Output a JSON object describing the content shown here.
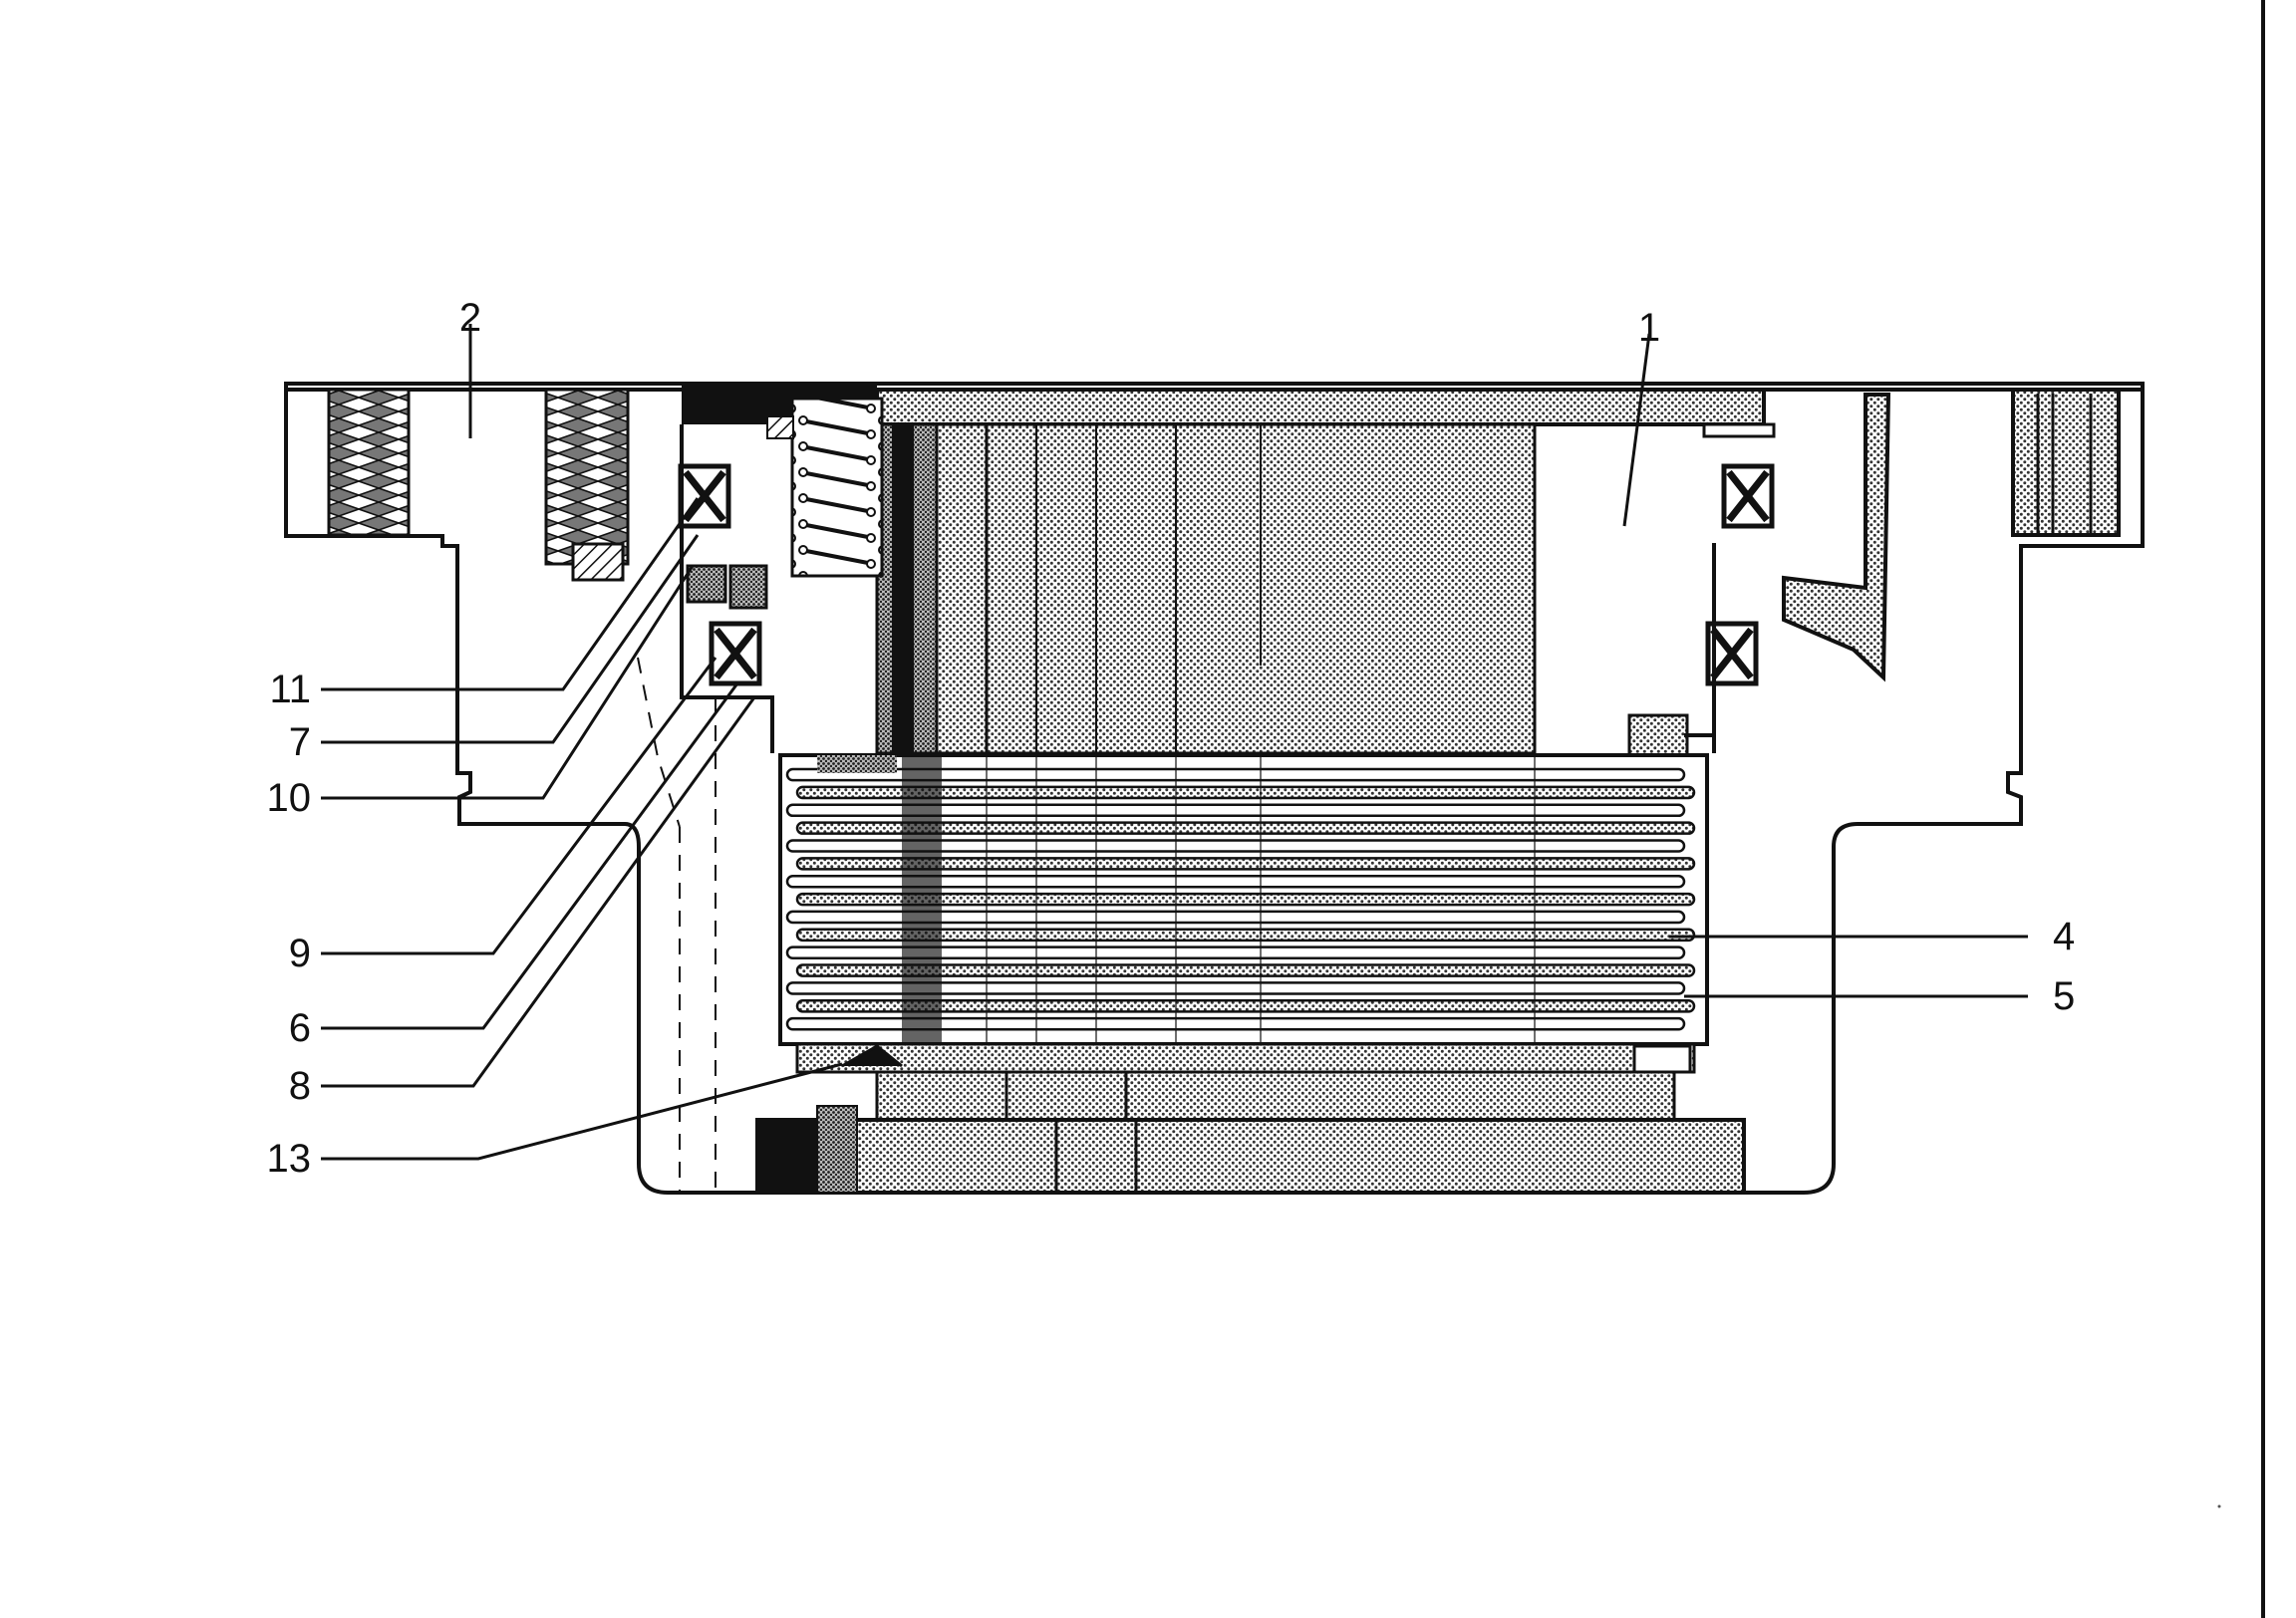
{
  "figure": {
    "callouts": [
      "1",
      "2",
      "4",
      "5",
      "6",
      "7",
      "8",
      "9",
      "10",
      "11",
      "13"
    ]
  }
}
